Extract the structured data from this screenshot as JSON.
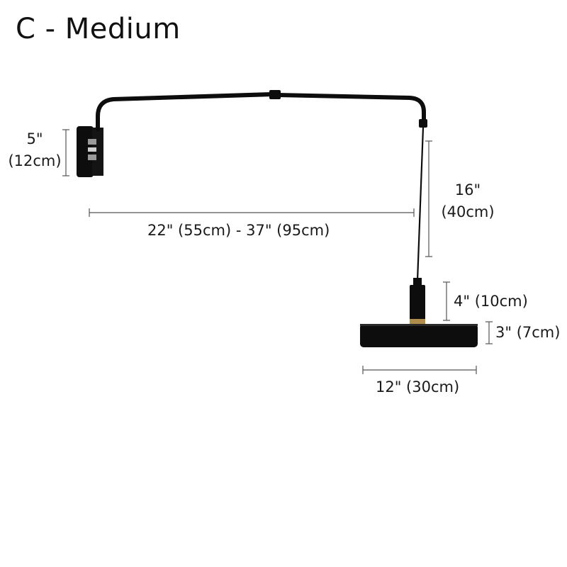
{
  "title": "C - Medium",
  "colors": {
    "fixture": "#0d0d0d",
    "accent_brass": "#b08d4a",
    "dimension_line": "#555555",
    "text": "#1a1a1a"
  },
  "dimensions": {
    "backplate_height": {
      "imperial": "5\"",
      "metric": "(12cm)"
    },
    "arm_length": "22\" (55cm) - 37\" (95cm)",
    "cord_length": {
      "imperial": "16\"",
      "metric": "(40cm)"
    },
    "socket_height": "4\" (10cm)",
    "shade_height": "3\" (7cm)",
    "shade_diameter": "12\" (30cm)"
  }
}
